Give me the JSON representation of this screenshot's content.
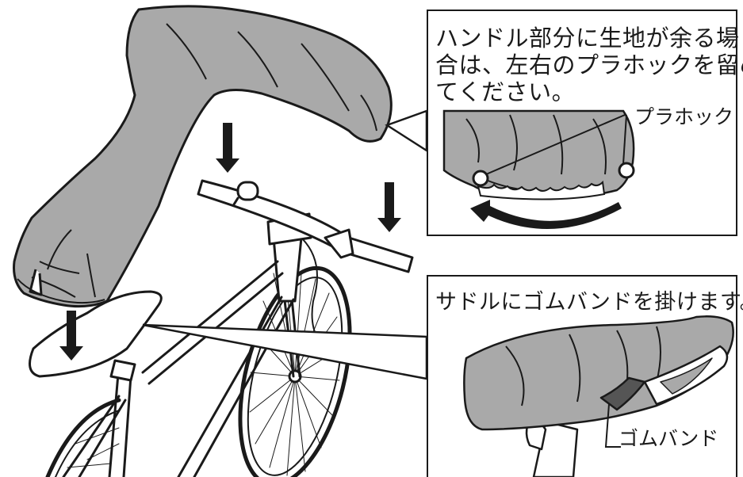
{
  "callouts": {
    "handlebar": {
      "lines": [
        "ハンドル部分に生地が余る場",
        "合は、左右のプラホックを留め",
        "てください。"
      ],
      "part_label": "プラホック"
    },
    "saddle": {
      "text": "サドルにゴムバンドを掛けます。",
      "part_label": "ゴムバンド"
    }
  },
  "colors": {
    "cover": "#a9a9a9",
    "outline": "#1a1a1a",
    "background": "#ffffff"
  },
  "icons": [
    "down-arrow-icon",
    "curved-arrow-icon"
  ]
}
